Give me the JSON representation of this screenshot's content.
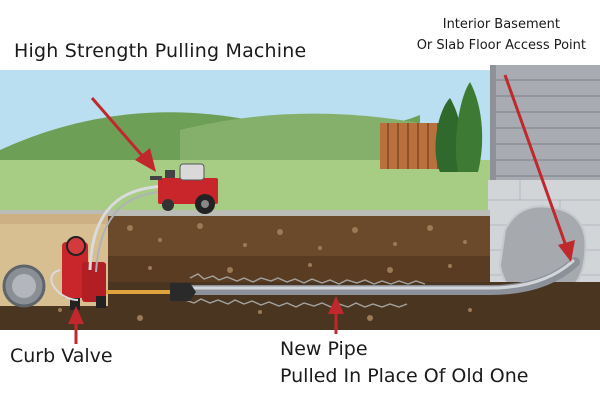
{
  "labels": {
    "machine": "High Strength Pulling Machine",
    "interior_line1": "Interior Basement",
    "interior_line2": "Or Slab Floor Access Point",
    "curb_valve": "Curb Valve",
    "pipe_line1": "New Pipe",
    "pipe_line2": "Pulled In Place Of Old One"
  },
  "colors": {
    "sky": "#b9dff0",
    "hill": "#82b26a",
    "grass": "#a7cc84",
    "soil_dark": "#4a3520",
    "soil_mid": "#6b4a2c",
    "soil_light": "#8c6a44",
    "pipe": "#b9bec6",
    "arrow": "#c0282d",
    "machine": "#c8262b",
    "house": "#9ea2a8"
  },
  "icons": [
    "pulling-machine-icon",
    "curb-valve-icon",
    "old-pipe-icon",
    "house-icon",
    "tree-icon",
    "fence-icon"
  ]
}
